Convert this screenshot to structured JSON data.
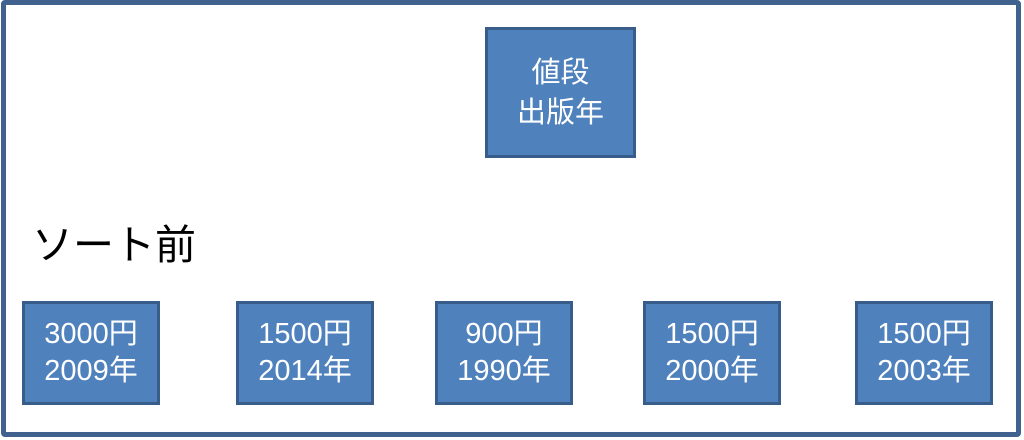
{
  "diagram": {
    "title_node": {
      "line1": "値段",
      "line2": "出版年"
    },
    "section_label": "ソート前",
    "nodes": [
      {
        "price": "3000円",
        "year": "2009年"
      },
      {
        "price": "1500円",
        "year": "2014年"
      },
      {
        "price": "900円",
        "year": "1990年"
      },
      {
        "price": "1500円",
        "year": "2000年"
      },
      {
        "price": "1500円",
        "year": "2003年"
      }
    ]
  },
  "colors": {
    "node_fill": "#4F81BD",
    "node_border": "#385D8A",
    "frame_border": "#41618E",
    "node_text": "#FFFFFF",
    "label_text": "#000000"
  }
}
